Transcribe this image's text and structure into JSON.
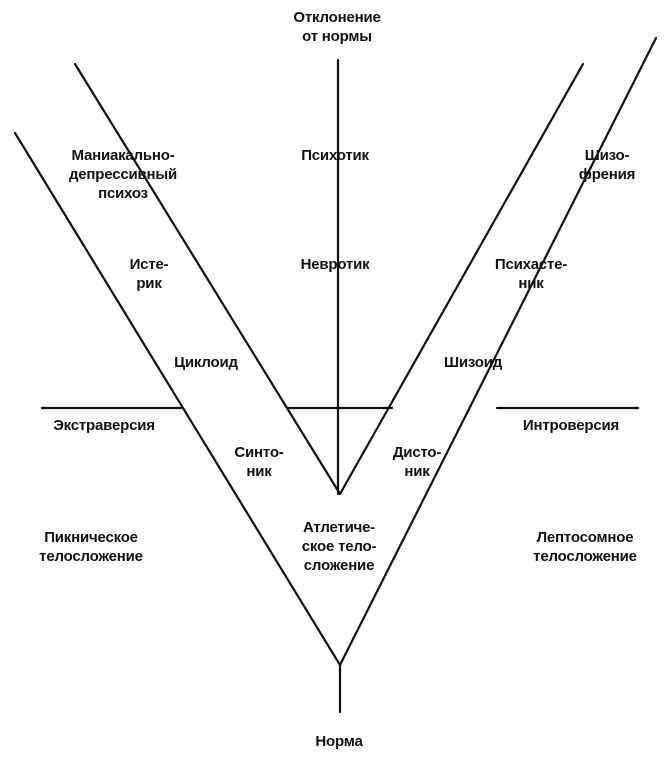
{
  "labels": {
    "deviation": "Отклонение\nот нормы",
    "manic_depressive": "Маниакально-\nдепрессивный\nпсихоз",
    "psychotic": "Психотик",
    "schizophrenia": "Шизо-\nфрения",
    "hysteric": "Исте-\nрик",
    "neurotic": "Невротик",
    "psychasthenic": "Психасте-\nник",
    "cycloid": "Циклоид",
    "schizoid": "Шизоид",
    "extraversion": "Экстраверсия",
    "introversion": "Интроверсия",
    "syntonic": "Синто-\nник",
    "dystonic": "Дисто-\nник",
    "pyknic": "Пикническое\nтелосложение",
    "athletic": "Атлетиче-\nское тело-\nсложение",
    "leptosomic": "Лептосомное\nтелосложение",
    "norm": "Норма"
  },
  "colors": {
    "line": "#111111",
    "text": "#111111",
    "background": "#ffffff"
  }
}
